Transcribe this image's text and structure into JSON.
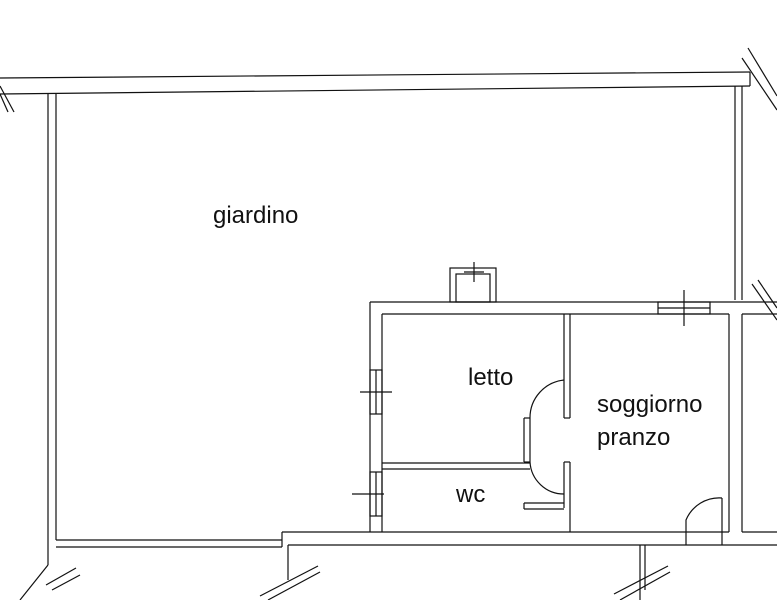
{
  "rooms": {
    "giardino": "giardino",
    "letto": "letto",
    "soggiorno": "soggiorno",
    "pranzo": "pranzo",
    "wc": "wc"
  }
}
